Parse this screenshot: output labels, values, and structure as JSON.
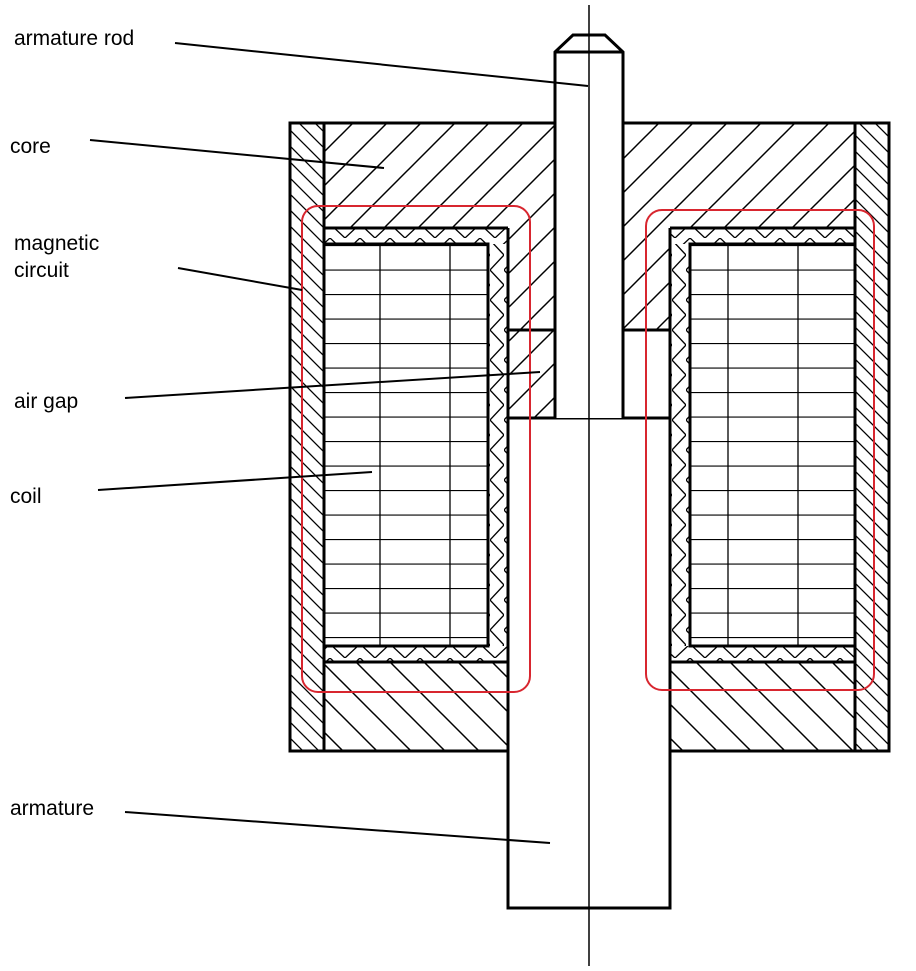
{
  "labels": {
    "armature_rod": "armature rod",
    "core": "core",
    "magnetic_circuit_line1": "magnetic",
    "magnetic_circuit_line2": "circuit",
    "air_gap": "air gap",
    "coil": "coil",
    "armature": "armature"
  },
  "colors": {
    "line": "#000000",
    "flux_loop": "#d8262f",
    "background": "#ffffff"
  }
}
